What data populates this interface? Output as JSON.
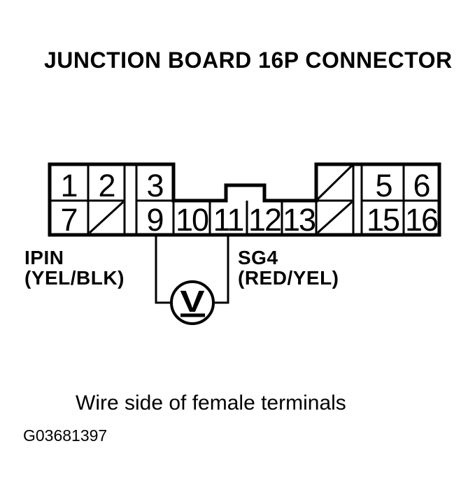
{
  "title": "JUNCTION BOARD 16P CONNECTOR",
  "connector": {
    "pins": {
      "p1": "1",
      "p2": "2",
      "p3": "3",
      "p5": "5",
      "p6": "6",
      "p7": "7",
      "p9": "9",
      "p10": "10",
      "p11": "11",
      "p12": "12",
      "p13": "13",
      "p15": "15",
      "p16": "16"
    }
  },
  "measurement": {
    "left_signal": "IPIN",
    "left_wire_color": "(YEL/BLK)",
    "right_signal": "SG4",
    "right_wire_color": "(RED/YEL)",
    "meter_symbol": "V"
  },
  "caption": "Wire side of female terminals",
  "figure_id": "G03681397",
  "colors": {
    "ink": "#000000",
    "paper": "#ffffff"
  }
}
